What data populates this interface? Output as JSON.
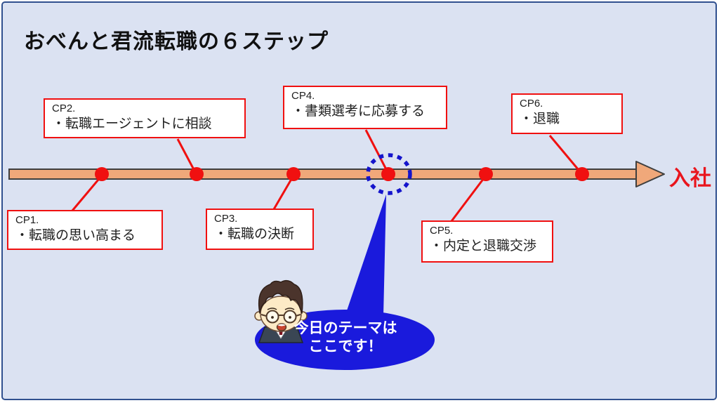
{
  "frame": {
    "background_color": "#dbe2f2",
    "border_color": "#30508f"
  },
  "title": "おべんと君流転職の６ステップ",
  "timeline": {
    "end_label": "入社",
    "bar_color": "#f0a87a",
    "bar_outline_color": "#3f3f3f",
    "marker_color": "#f01010",
    "marker_count": 6
  },
  "steps": [
    {
      "id": "CP1.",
      "text": "・転職の思い高まる",
      "position": "below"
    },
    {
      "id": "CP2.",
      "text": "・転職エージェントに相談",
      "position": "above"
    },
    {
      "id": "CP3.",
      "text": "・転職の決断",
      "position": "below"
    },
    {
      "id": "CP4.",
      "text": "・書類選考に応募する",
      "position": "above",
      "highlighted": true
    },
    {
      "id": "CP5.",
      "text": "・内定と退職交渉",
      "position": "below"
    },
    {
      "id": "CP6.",
      "text": "・退職",
      "position": "above"
    }
  ],
  "highlight": {
    "shape": "dotted-circle",
    "color": "#1414cc",
    "marks_step": "CP4."
  },
  "callout": {
    "line1": "今日のテーマは",
    "line2": "ここです！",
    "bubble_color": "#1a1adc",
    "text_color": "#ffffff"
  },
  "accent_red": "#f01010"
}
